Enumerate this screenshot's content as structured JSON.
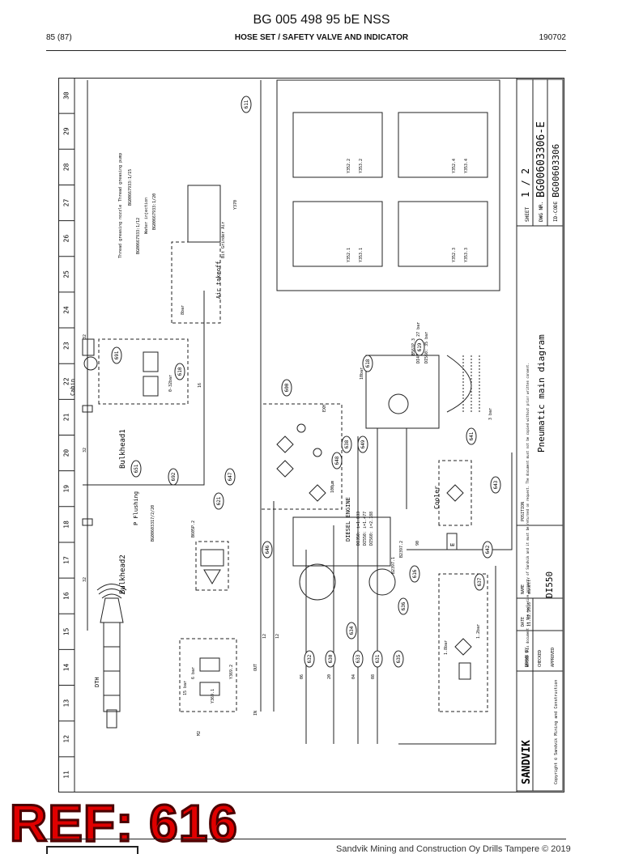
{
  "header": {
    "doc_title": "BG 005 498 95 bE NSS",
    "page": "85 (87)",
    "section": "HOSE SET / SAFETY VALVE AND INDICATOR",
    "code": "190702"
  },
  "sheet": {
    "columns": [
      "30",
      "29",
      "28",
      "27",
      "26",
      "25",
      "24",
      "23",
      "22",
      "21",
      "20",
      "19",
      "18",
      "17",
      "16",
      "15",
      "14",
      "13",
      "12",
      "11"
    ],
    "title": "Pneumatic main diagram",
    "sheet_label": "SHEET",
    "sheet_value": "1 / 2",
    "dwg_label": "DWG NR.",
    "dwg_value": "BG00603306-E",
    "id_label": "ID-CODE",
    "id_value": "BG00603306",
    "position_label": "POSITION",
    "product": "DI550",
    "name_label": "NAME",
    "date_label": "DATE",
    "drawn_label": "DRAWN BY",
    "checked_label": "CHECKED",
    "approved_label": "APPROVED",
    "drawn_name": "makett",
    "drawn_date": "11.02.2016",
    "notice": "NOTICE This document is the exclusive property of Sandvik and it must be returned on request. The document must not be copied without prior written consent.",
    "brand": "SANDVIK",
    "copyright": "Copyright © Sandvik Mining and Construction"
  },
  "labels": {
    "cabin": "Cabin",
    "bulkhead1": "Bulkhead1",
    "bulkhead2": "Bulkhead2",
    "p_flushing": "P Flushing",
    "p_flushing_code": "BG00603317/2/20",
    "air_takeoff": "Air takeoff",
    "thread_pump": "Thread greasing pump",
    "thread_pump_code": "BG00667933:1/15",
    "water_injection": "Water injection",
    "water_injection_code": "BG00667933:1/20",
    "thread_nozzle": "Thread greasing nozzle",
    "thread_nozzle_code": "BG00667933:1/12",
    "bit_grinder": "Bit Grinder Air",
    "diesel_engine": "DIESEL ENGINE",
    "engine_di350": "DI350: i=1.833",
    "engine_di550": "DI550: i=1.477",
    "engine_di560": "DI560: i=2.188",
    "cooler": "Cooler",
    "dth": "DTH",
    "exh": "EXH",
    "y370": "Y370",
    "y352_1": "Y352.1",
    "y352_2": "Y352.2",
    "y352_3": "Y352.3",
    "y352_4": "Y352.4",
    "y353_1": "Y353.1",
    "y353_2": "Y353.2",
    "y353_3": "Y353.3",
    "y353_4": "Y353.4",
    "y369_1": "Y369.1",
    "y369_2": "Y369.2",
    "b605p2": "B605P.2",
    "b561p3": "B561P.3",
    "b2397_2": "B2397.2",
    "b2397_1": "B2397.1",
    "di450_550": "DI450/550: 27 bar",
    "di560": "DI560: 35 bar",
    "bar_10": "10bar",
    "bar_8": "8bar",
    "bar_3": "3 bar",
    "bar_0_32": "0-32bar",
    "bar_15": "15 bar",
    "bar_6": "6 bar",
    "bar_1_8": "1.8bar",
    "bar_1_2": "1.2bar",
    "micron": "100µm",
    "size_16": "16",
    "size_32": "32",
    "size_12": "12",
    "size_06": "06",
    "size_20": "20",
    "size_04": "04",
    "size_08": "08",
    "size_90": "90",
    "gauge_e": "E",
    "m2": "M2",
    "out": "OUT",
    "in": "IN"
  },
  "refs": [
    "611",
    "691",
    "610",
    "600",
    "618",
    "619",
    "649",
    "638",
    "648",
    "647",
    "651",
    "692",
    "621",
    "646",
    "641",
    "643",
    "642",
    "616",
    "637",
    "636",
    "634",
    "632",
    "630",
    "633",
    "631",
    "635"
  ],
  "ref_overlay": "REF: 616",
  "footer": {
    "text": "Sandvik Mining and Construction Oy Drills Tampere © 2019"
  }
}
